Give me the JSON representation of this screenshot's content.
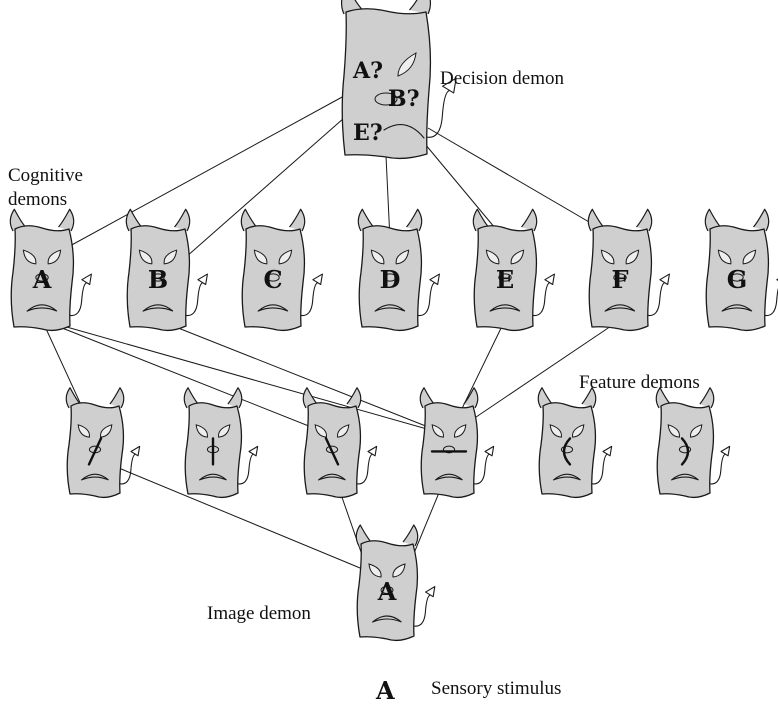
{
  "labels": {
    "decision": "Decision demon",
    "cognitive_line1": "Cognitive",
    "cognitive_line2": "demons",
    "feature": "Feature demons",
    "image": "Image demon",
    "stimulus_letter": "A",
    "stimulus": "Sensory stimulus"
  },
  "decision_demon": {
    "queries": [
      "A?",
      "B?",
      "E?"
    ]
  },
  "cognitive_demons": [
    "A",
    "B",
    "C",
    "D",
    "E",
    "F",
    "G"
  ],
  "feature_demons": [
    {
      "feature": "oblique-left"
    },
    {
      "feature": "vertical"
    },
    {
      "feature": "oblique-right"
    },
    {
      "feature": "horizontal"
    },
    {
      "feature": "curve-left"
    },
    {
      "feature": "curve-right"
    }
  ],
  "image_demon": {
    "letter": "A"
  },
  "connections": {
    "decision_to_cognitive": [
      "A",
      "B",
      "D",
      "E",
      "F"
    ],
    "cognitive_to_feature": [
      [
        "A",
        "oblique-left"
      ],
      [
        "A",
        "oblique-right"
      ],
      [
        "A",
        "horizontal"
      ],
      [
        "B",
        "horizontal"
      ],
      [
        "E",
        "horizontal"
      ],
      [
        "F",
        "horizontal"
      ]
    ],
    "feature_to_image": [
      "oblique-left",
      "oblique-right",
      "horizontal"
    ]
  },
  "colors": {
    "demon_fill": "#cfcfcf",
    "outline": "#1a1a1a",
    "background": "#ffffff"
  }
}
